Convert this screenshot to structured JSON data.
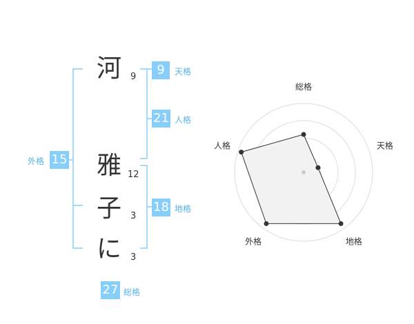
{
  "name_chars": [
    {
      "char": "河",
      "strokes": "9"
    },
    {
      "char": "雅",
      "strokes": "12"
    },
    {
      "char": "子",
      "strokes": "3"
    },
    {
      "char": "に",
      "strokes": "3"
    }
  ],
  "kaku": {
    "tenkaku": {
      "value": "9",
      "label": "天格"
    },
    "jinkaku": {
      "value": "21",
      "label": "人格"
    },
    "chikaku": {
      "value": "18",
      "label": "地格"
    },
    "gaikaku": {
      "value": "15",
      "label": "外格"
    },
    "soukaku": {
      "value": "27",
      "label": "総格"
    }
  },
  "colors": {
    "accent": "#87cefa",
    "bracket": "#87cefa",
    "label": "#59b3e8",
    "text": "#333333"
  },
  "chart_data": {
    "type": "radar",
    "axes": [
      "総格",
      "天格",
      "地格",
      "外格",
      "人格"
    ],
    "values": [
      0.55,
      0.22,
      0.92,
      0.92,
      0.95
    ],
    "range": [
      0,
      1
    ],
    "rings": 4
  }
}
